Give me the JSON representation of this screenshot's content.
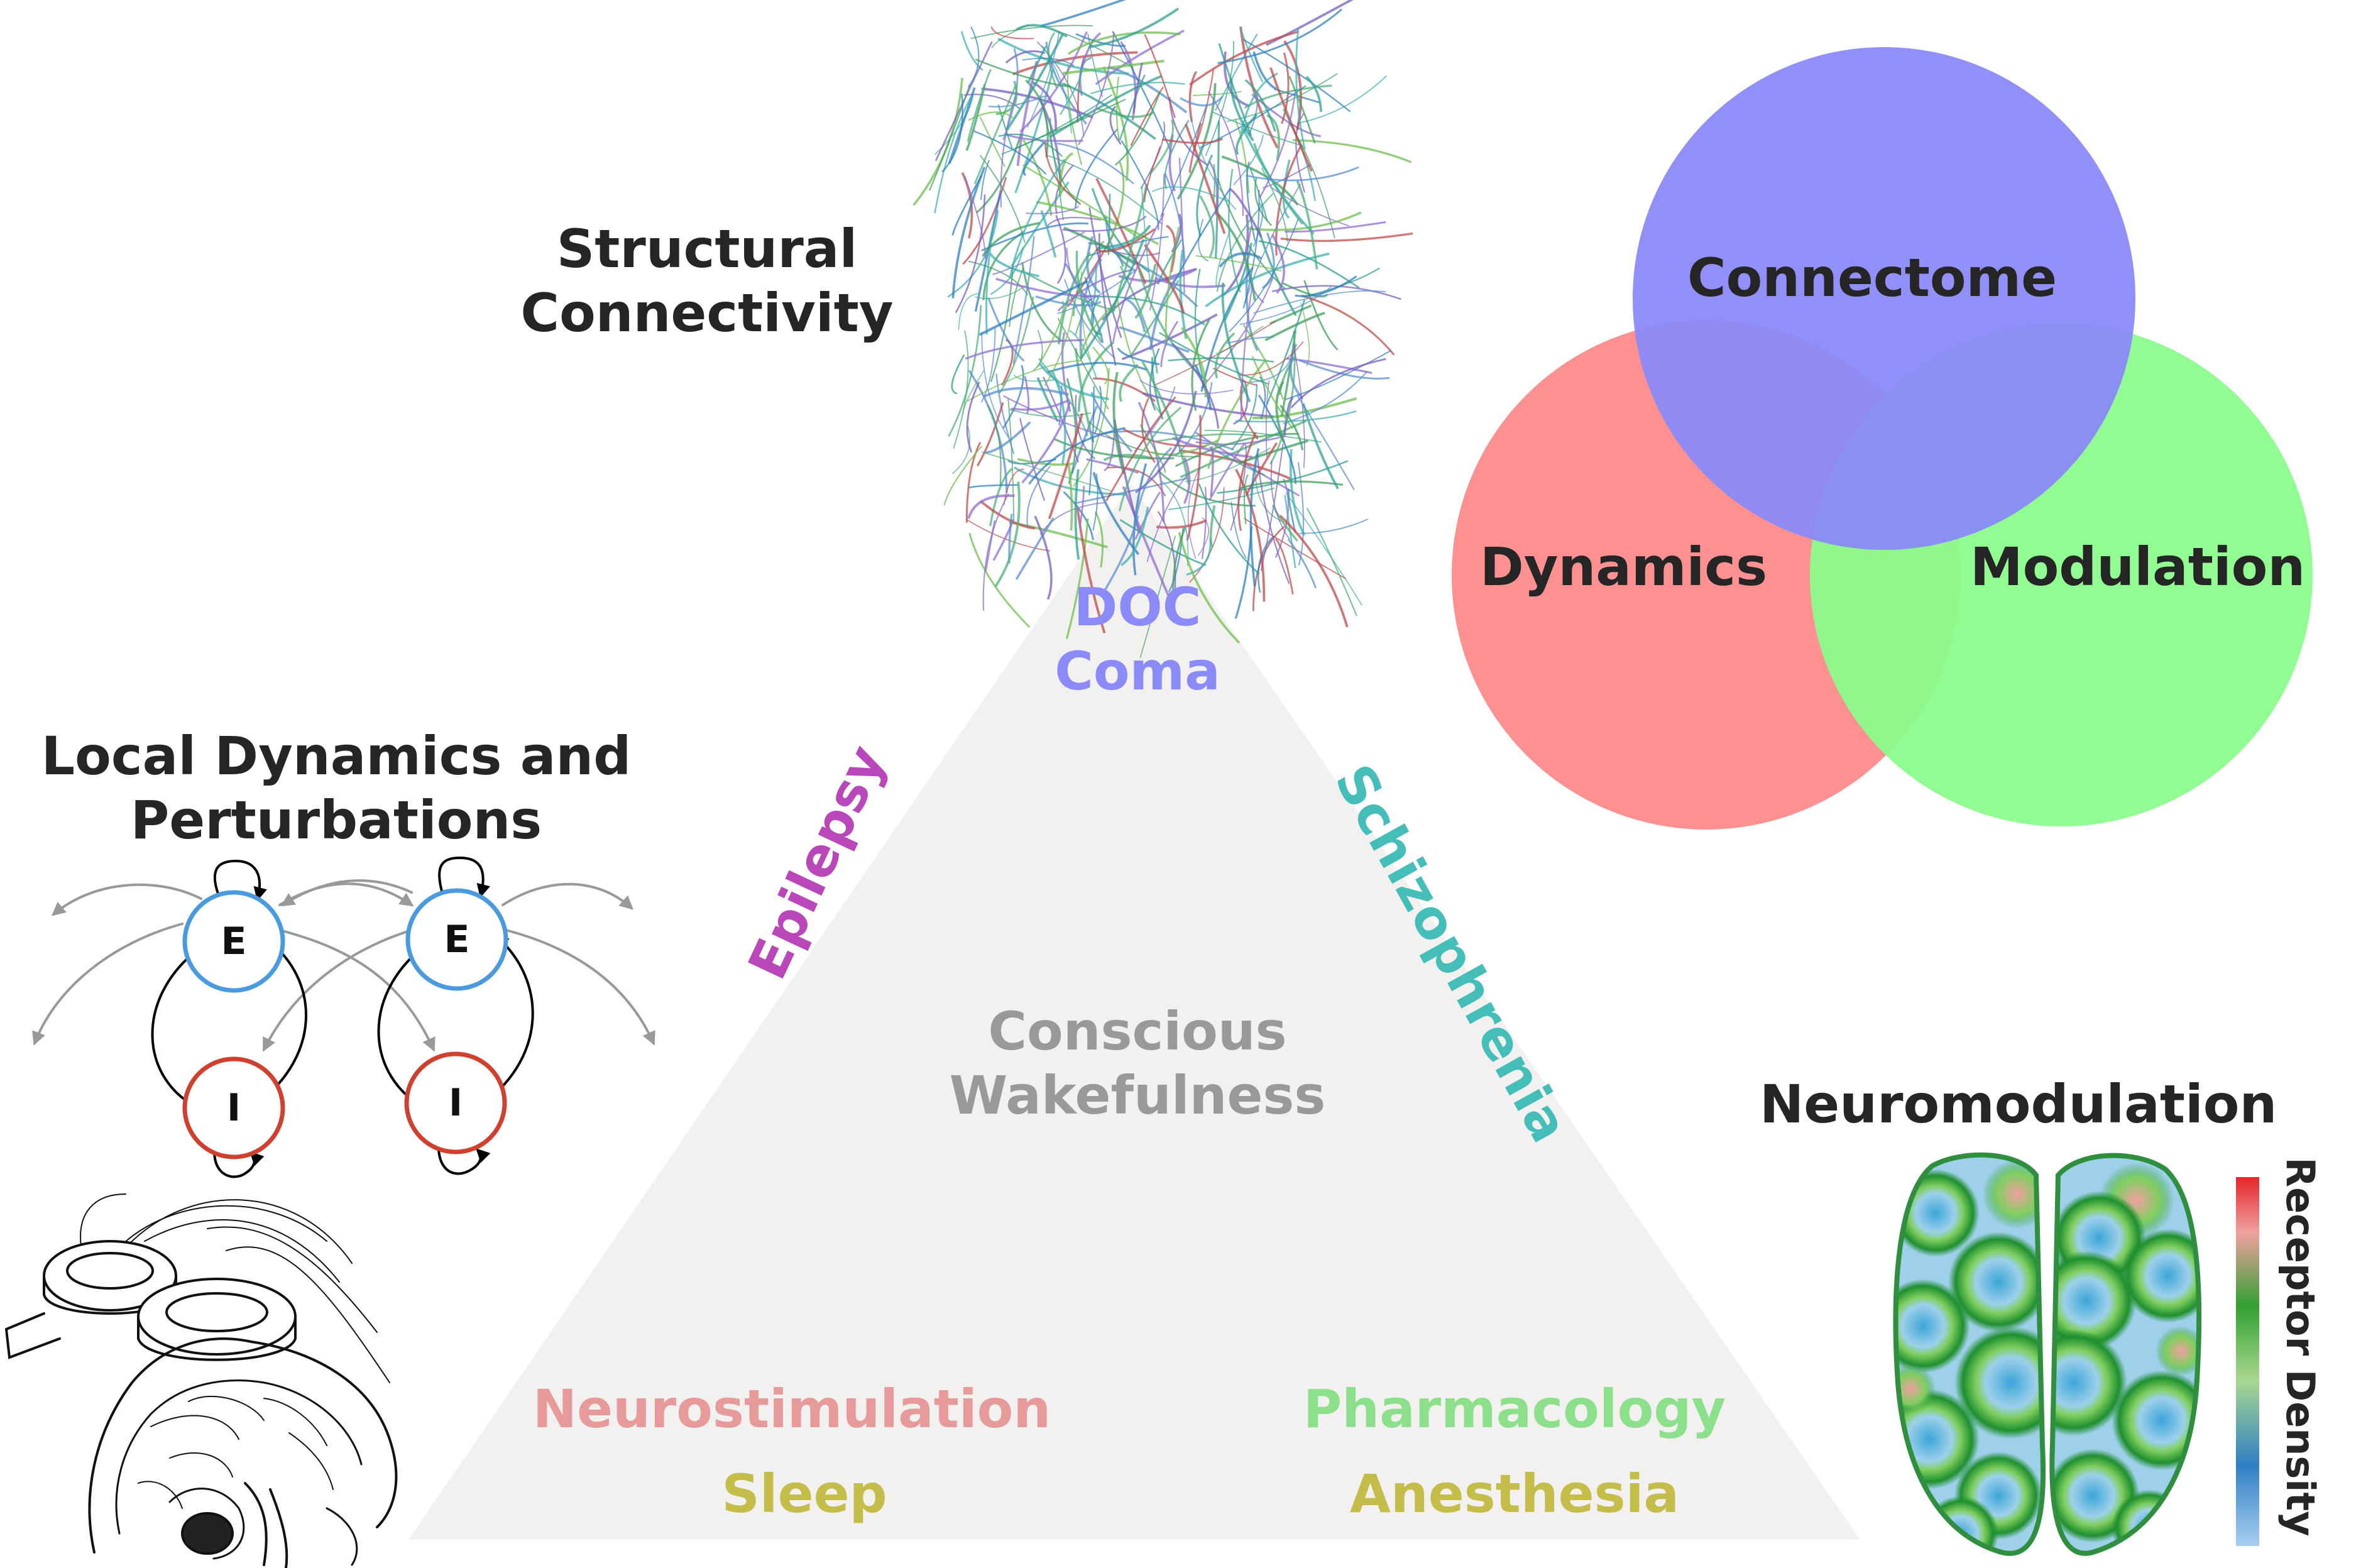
{
  "structural": {
    "line1": "Structural",
    "line2": "Connectivity"
  },
  "local_dynamics": {
    "line1": "Local Dynamics and",
    "line2": "Perturbations"
  },
  "neuromodulation": {
    "title": "Neuromodulation",
    "colorbar_label": "Receptor Density"
  },
  "venn": {
    "top": "Connectome",
    "left": "Dynamics",
    "right": "Modulation",
    "colors": {
      "top": "#8a8af8",
      "left": "#fd8b8b",
      "right": "#8bfc8b"
    }
  },
  "triangle": {
    "top_line1": "DOC",
    "top_line2": "Coma",
    "left_side": "Epilepsy",
    "right_side": "Schizophrenia",
    "center_line1": "Conscious",
    "center_line2": "Wakefulness",
    "bottom_left_1": "Neurostimulation",
    "bottom_left_2": "Sleep",
    "bottom_right_1": "Pharmacology",
    "bottom_right_2": "Anesthesia",
    "colors": {
      "fill": "#f2f1ef",
      "doc": "#8a8af8",
      "epilepsy": "#b947b9",
      "schizophrenia": "#45bdb9",
      "center": "#999999",
      "neurostim": "#e79a9a",
      "sleep": "#c4bd49",
      "pharmacology": "#8ce08c",
      "anesthesia": "#c4bd49"
    }
  },
  "circuit": {
    "e_label": "E",
    "i_label": "I",
    "e_color": "#4a9ae0",
    "i_color": "#d0402f"
  }
}
